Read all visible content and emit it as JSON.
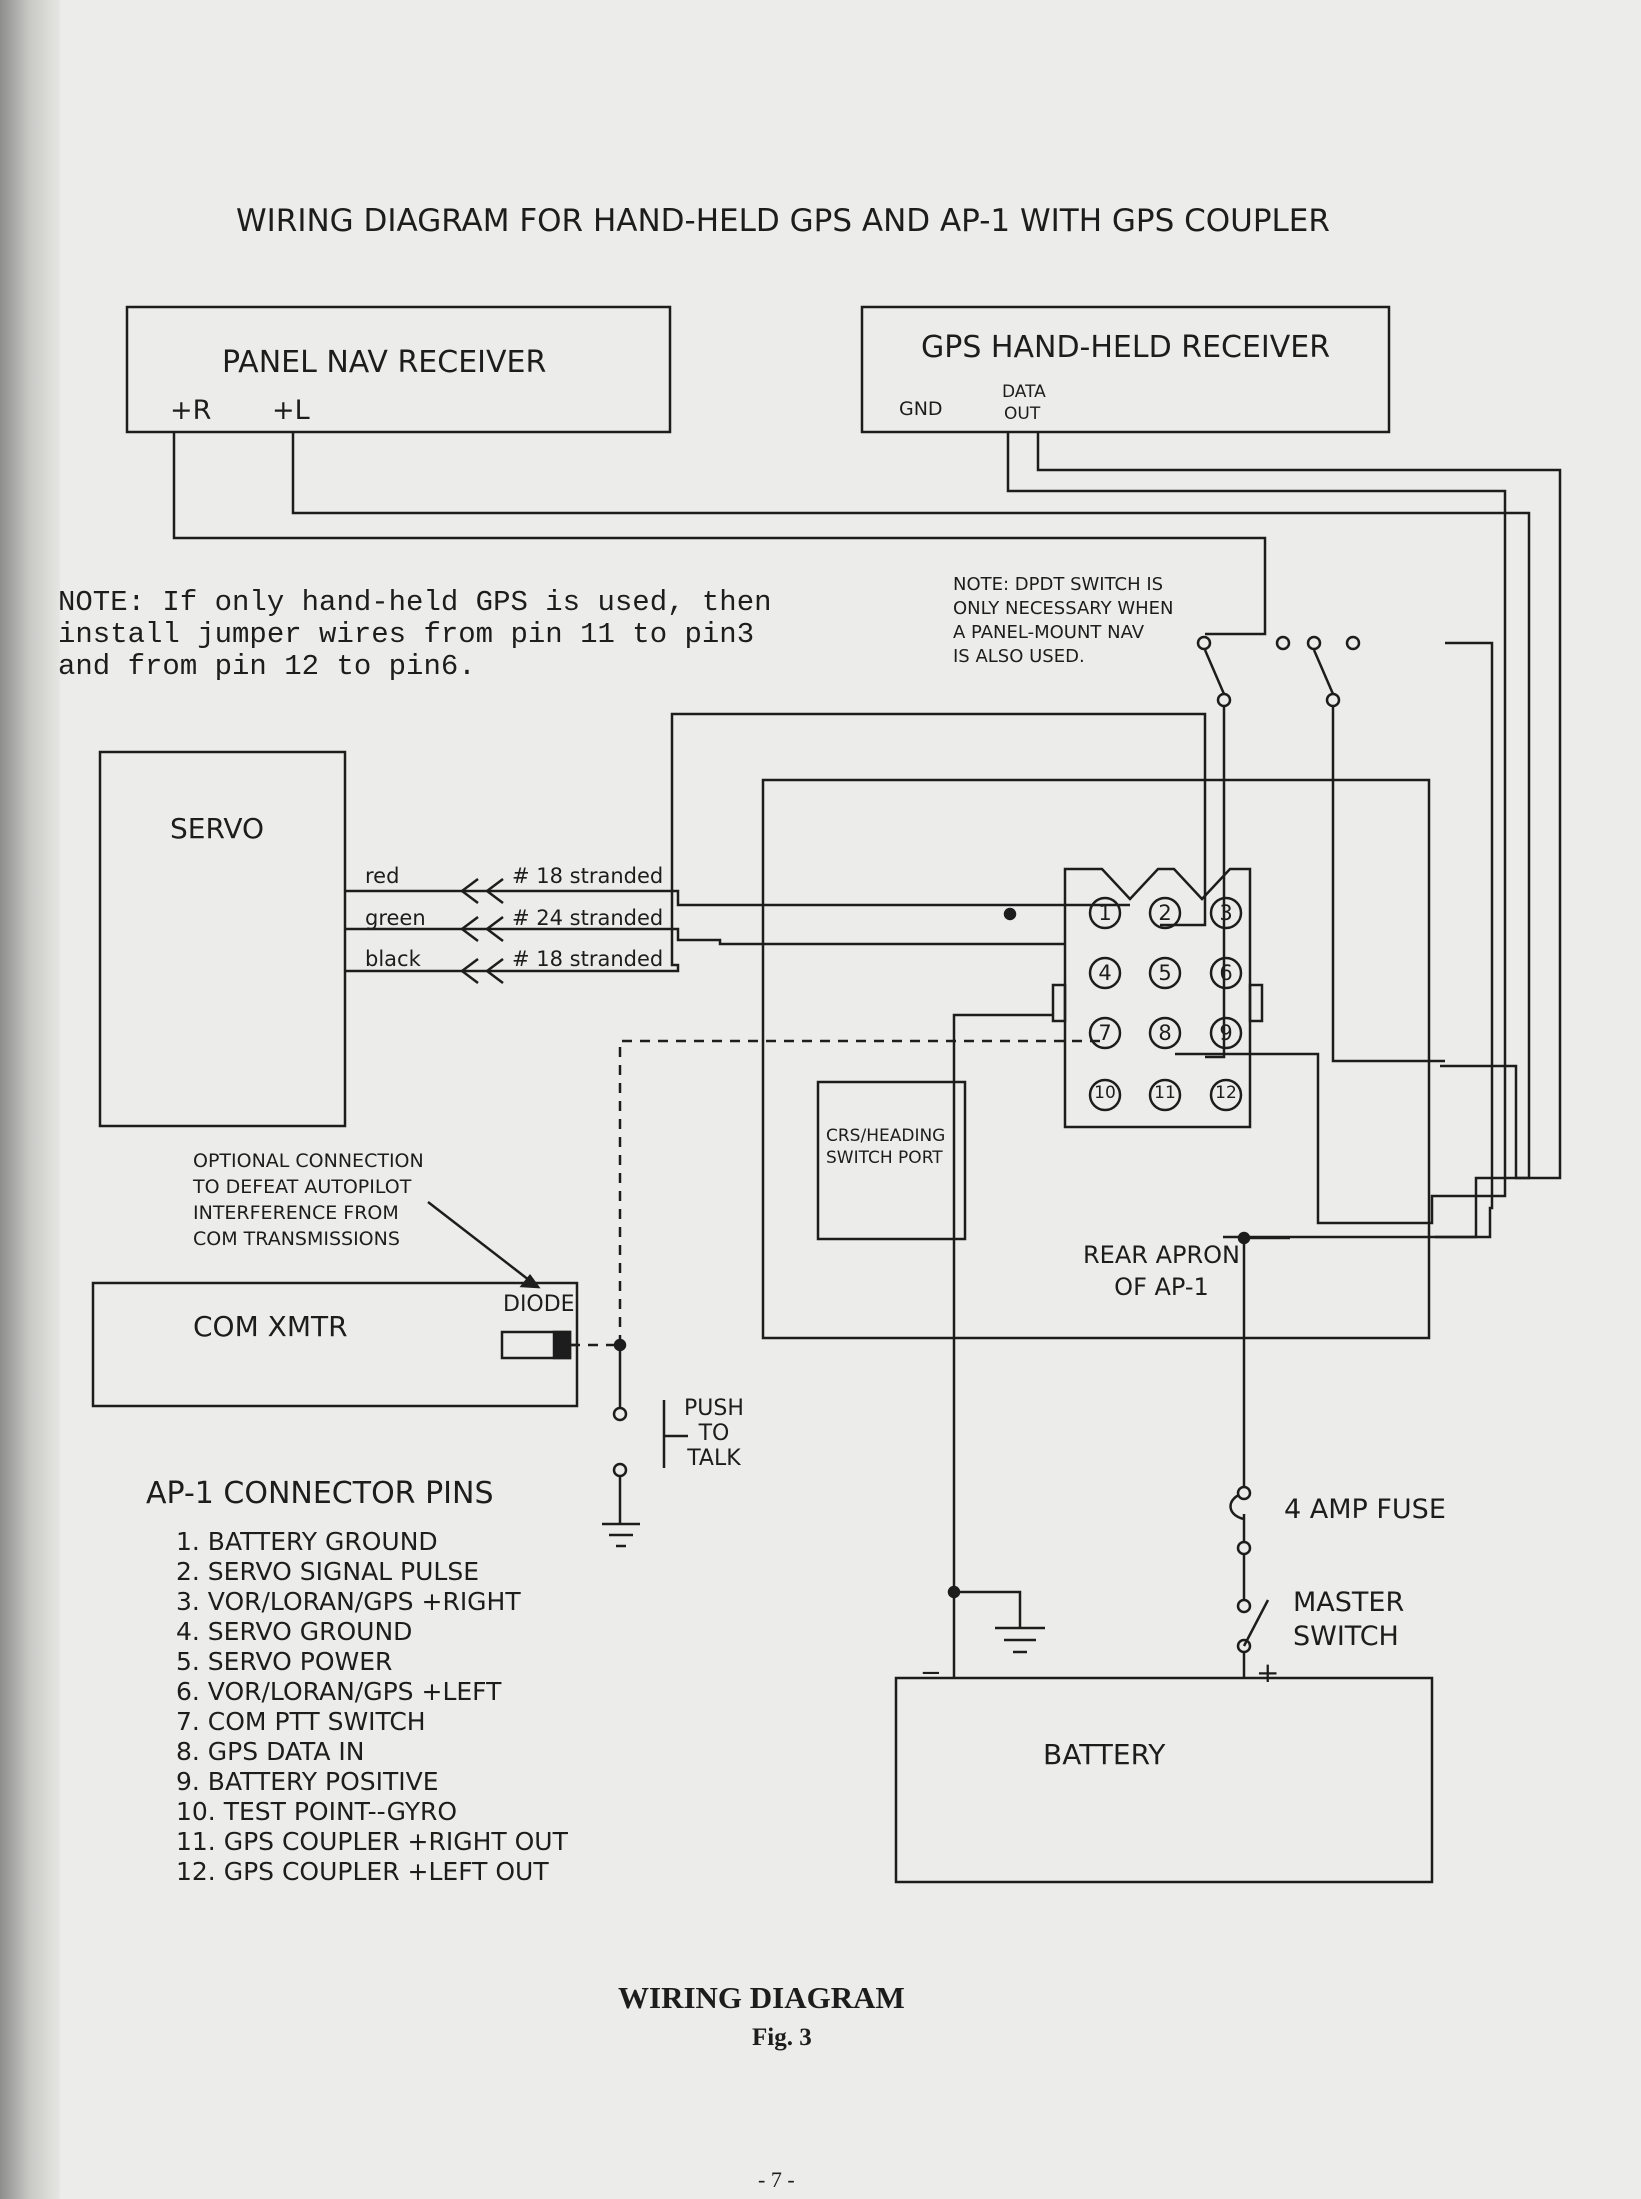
{
  "title": "WIRING DIAGRAM FOR HAND-HELD GPS AND AP-1 WITH GPS COUPLER",
  "panel_nav": {
    "label": "PANEL NAV RECEIVER",
    "pin_r": "+R",
    "pin_l": "+L"
  },
  "gps": {
    "label": "GPS HAND-HELD RECEIVER",
    "gnd": "GND",
    "data": "DATA",
    "out": "OUT"
  },
  "note_jumper": [
    "NOTE: If only hand-held GPS is used, then",
    "install jumper wires from pin 11 to pin3",
    "and from pin 12 to pin6."
  ],
  "note_dpdt": [
    "NOTE: DPDT SWITCH IS",
    "ONLY NECESSARY WHEN",
    "A PANEL-MOUNT NAV",
    "IS ALSO USED."
  ],
  "servo": {
    "label": "SERVO",
    "wires": [
      {
        "color": "red",
        "gauge": "# 18 stranded"
      },
      {
        "color": "green",
        "gauge": "# 24 stranded"
      },
      {
        "color": "black",
        "gauge": "# 18 stranded"
      }
    ]
  },
  "connector_pins": [
    "1",
    "2",
    "3",
    "4",
    "5",
    "6",
    "7",
    "8",
    "9",
    "10",
    "11",
    "12"
  ],
  "crs_port": [
    "CRS/HEADING",
    "SWITCH PORT"
  ],
  "rear_apron": [
    "REAR APRON",
    "OF AP-1"
  ],
  "optional_note": [
    "OPTIONAL CONNECTION",
    "TO DEFEAT AUTOPILOT",
    "INTERFERENCE FROM",
    "COM TRANSMISSIONS"
  ],
  "com_xmtr": "COM XMTR",
  "diode": "DIODE",
  "push_to_talk": [
    "PUSH",
    "TO",
    "TALK"
  ],
  "fuse": "4 AMP FUSE",
  "master_switch": [
    "MASTER",
    "SWITCH"
  ],
  "battery": {
    "label": "BATTERY",
    "minus": "−",
    "plus": "+"
  },
  "pins_heading": "AP-1 CONNECTOR PINS",
  "pin_list": [
    "1. BATTERY GROUND",
    "2. SERVO SIGNAL PULSE",
    "3. VOR/LORAN/GPS +RIGHT",
    "4. SERVO GROUND",
    "5. SERVO POWER",
    "6. VOR/LORAN/GPS +LEFT",
    "7. COM PTT SWITCH",
    "8. GPS DATA IN",
    "9. BATTERY POSITIVE",
    "10. TEST POINT--GYRO",
    "11. GPS COUPLER +RIGHT OUT",
    "12. GPS COUPLER +LEFT OUT"
  ],
  "caption": {
    "title": "WIRING DIAGRAM",
    "fig": "Fig. 3"
  },
  "page_number": "- 7 -"
}
